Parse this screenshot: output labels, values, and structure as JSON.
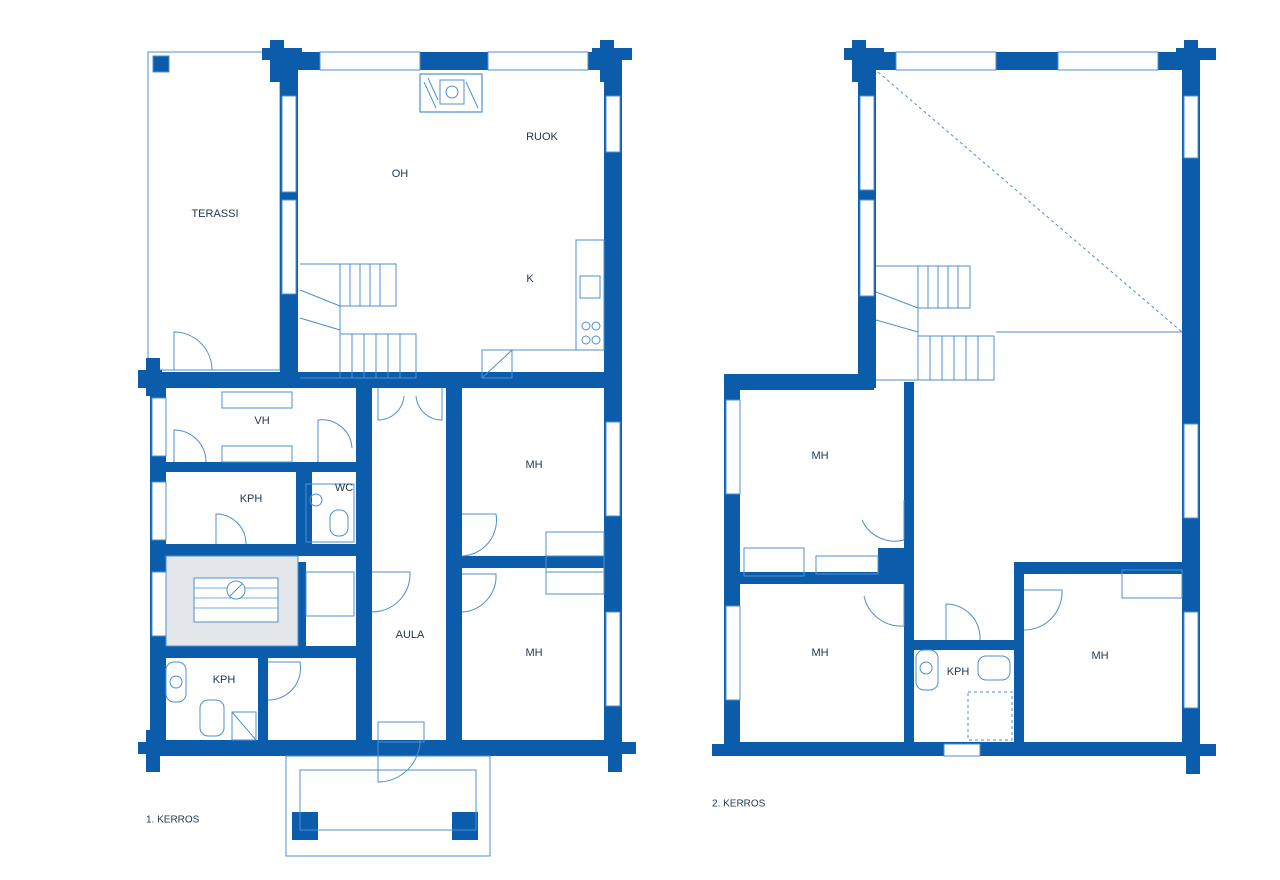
{
  "colors": {
    "wall": "#0b5cab",
    "thin": "#4d8fd0",
    "bg": "#ffffff",
    "text": "#1f3550"
  },
  "floor1": {
    "caption": "1. KERROS",
    "rooms": {
      "terassi": "TERASSI",
      "oh": "OH",
      "ruok": "RUOK",
      "k": "K",
      "vh": "VH",
      "kph_upper": "KPH",
      "wc": "WC",
      "mh_upper": "MH",
      "aula": "AULA",
      "mh_lower": "MH",
      "kph_lower": "KPH"
    }
  },
  "floor2": {
    "caption": "2. KERROS",
    "rooms": {
      "mh_left_upper": "MH",
      "mh_left_lower": "MH",
      "kph": "KPH",
      "mh_right": "MH"
    }
  }
}
